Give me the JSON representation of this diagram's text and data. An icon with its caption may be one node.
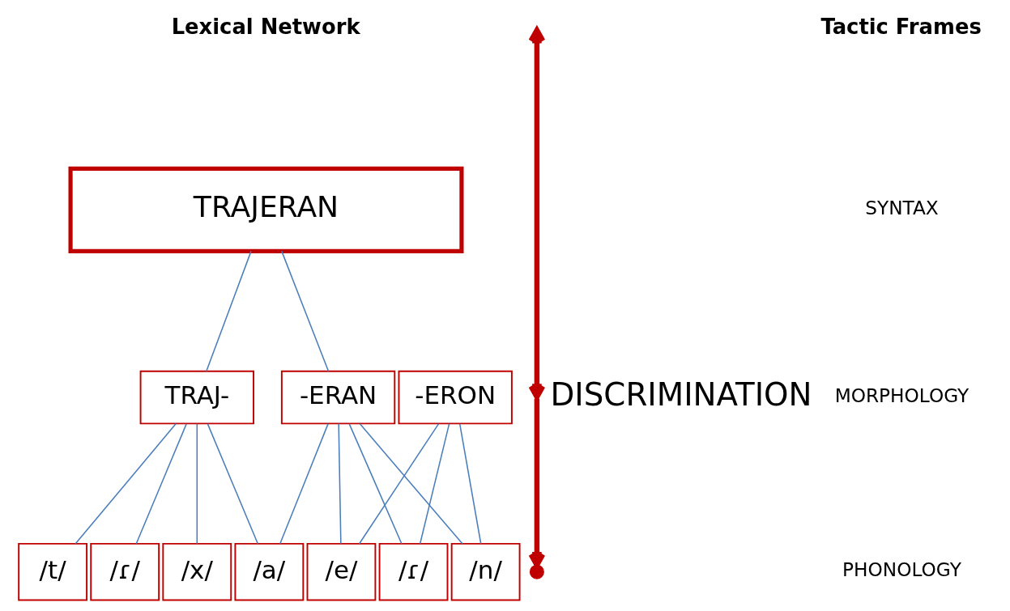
{
  "diagram": {
    "nodes": [
      {
        "text": [
          "TRAJERAN"
        ]
      },
      {
        "text": [
          "TRAJ-"
        ]
      },
      {
        "text": [
          "-ERAN"
        ]
      },
      {
        "text": [
          "-ERON"
        ]
      },
      {
        "text": [
          "/t/"
        ]
      },
      {
        "text": [
          "/ɾ/"
        ]
      },
      {
        "text": [
          "/a/"
        ]
      },
      {
        "text": [
          "/x/"
        ]
      },
      {
        "text": [
          "/e/"
        ]
      },
      {
        "text": [
          "/ɾ/"
        ]
      },
      {
        "text": [
          "/n/"
        ]
      }
    ],
    "edges": [
      {
        "from": 0,
        "to": 1,
        "arrow": "none"
      },
      {
        "from": 0,
        "to": 2,
        "arrow": "none"
      },
      {
        "from": 1,
        "to": 4,
        "arrow": "none"
      },
      {
        "from": 1,
        "to": 5,
        "arrow": "none"
      },
      {
        "from": 1,
        "to": 6,
        "arrow": "none"
      },
      {
        "from": 1,
        "to": 7,
        "arrow": "none"
      },
      {
        "from": 2,
        "to": 6,
        "arrow": "none"
      },
      {
        "from": 2,
        "to": 8,
        "arrow": "none"
      },
      {
        "from": 2,
        "to": 9,
        "arrow": "none"
      },
      {
        "from": 2,
        "to": 10,
        "arrow": "none"
      },
      {
        "from": 3,
        "to": 8,
        "arrow": "none"
      },
      {
        "from": 3,
        "to": 9,
        "arrow": "none"
      },
      {
        "from": 3,
        "to": 10,
        "arrow": "none"
      }
    ],
    "labels": [
      "Tactic Frames",
      "Lexical Network",
      "SYNTAX",
      "MORPHOLOGY",
      "PHONOLOGY",
      "DISCRIMINATION"
    ]
  }
}
